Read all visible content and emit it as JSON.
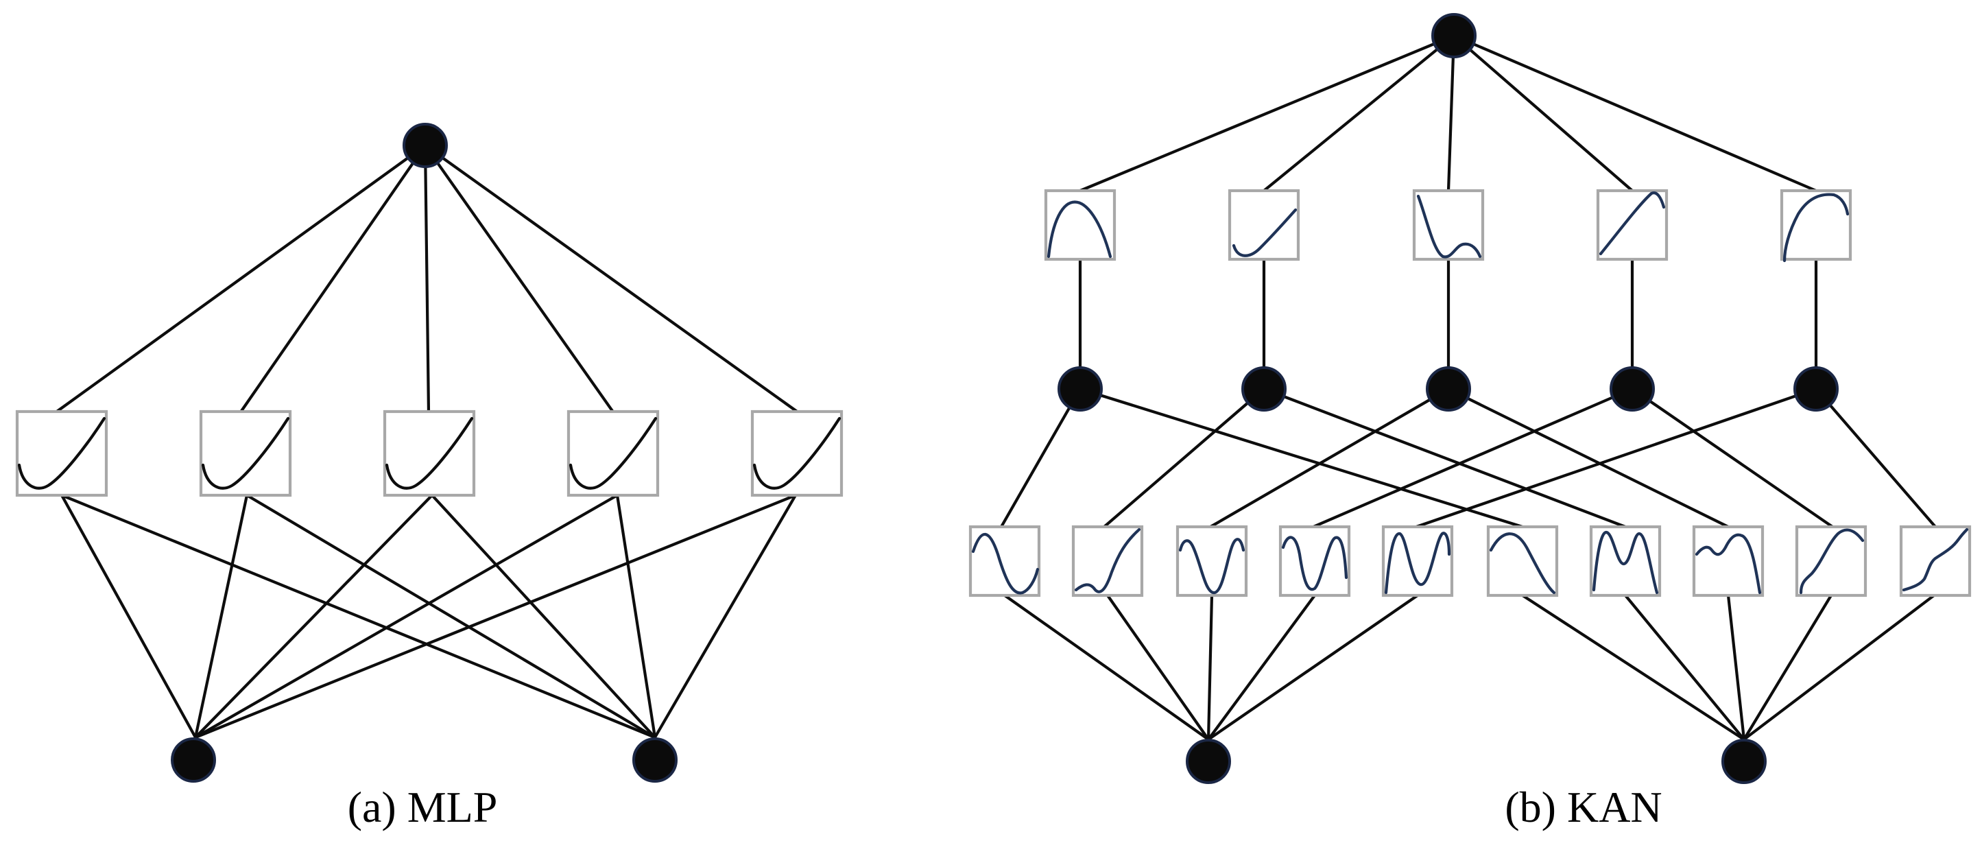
{
  "captions": {
    "mlp": "(a) MLP",
    "kan": "(b) KAN"
  },
  "colors": {
    "node_fill": "#0b0b0b",
    "node_outline": "#1b2745",
    "edge": "#0d0d0d",
    "box_border": "#a8a8a8",
    "kan_curve": "#1f3357"
  },
  "mlp": {
    "output_nodes": 1,
    "hidden_units": 5,
    "activation": "relu-like",
    "input_nodes": 2
  },
  "kan": {
    "output_nodes": 1,
    "layer2_functions": 5,
    "hidden_nodes": 5,
    "layer1_functions": 10,
    "input_nodes": 2
  }
}
